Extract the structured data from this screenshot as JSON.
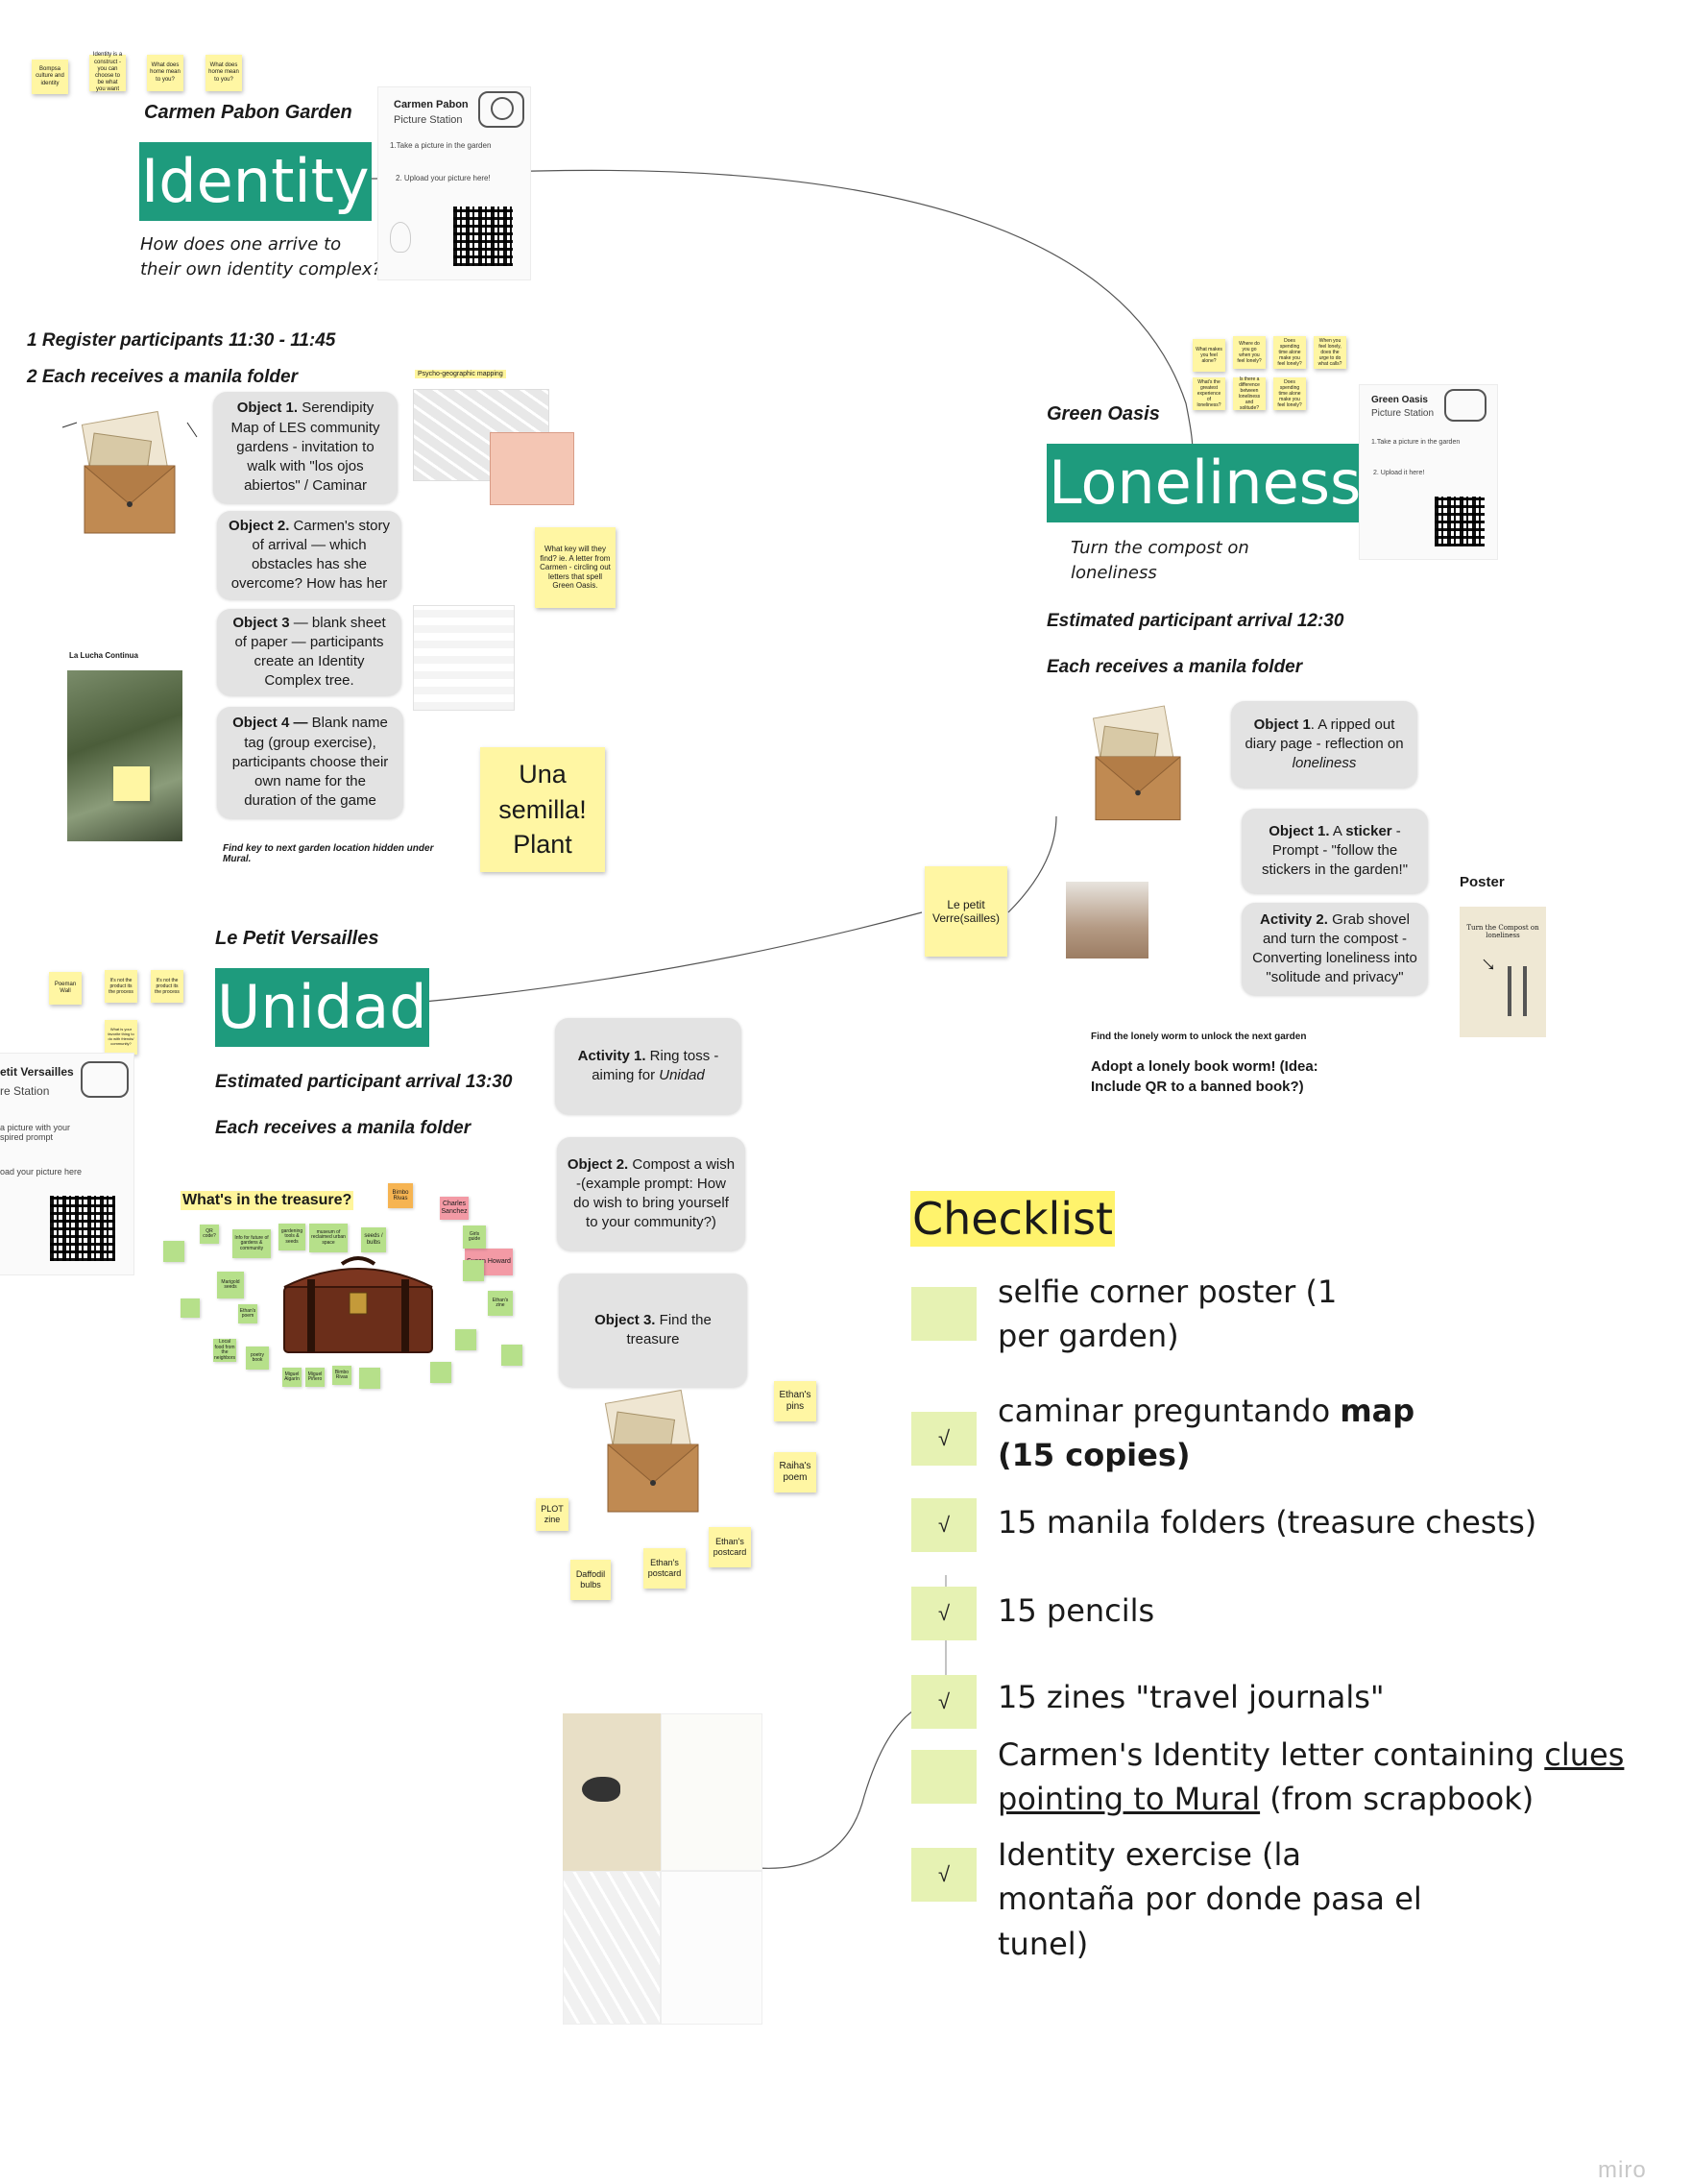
{
  "top_stickies": [
    "Bompsa culture and identity",
    "Identity is a construct - you can choose to be what you want",
    "What does home mean to you?",
    "What does home mean to you?"
  ],
  "identity": {
    "garden": "Carmen Pabon Garden",
    "theme": "Identity",
    "question_line1": "How does one arrive to",
    "question_line2": "their own identity complex?",
    "station_title": "Carmen Pabon",
    "station_sub": "Picture Station",
    "station_step1": "1.Take a picture in the garden",
    "station_step2": "2. Upload your picture here!",
    "step1": "1 Register participants 11:30 - 11:45",
    "step2": "2 Each receives a manila folder",
    "map_label": "Psycho-geographic mapping",
    "objects": [
      {
        "bold": "Object 1.",
        "text": " Serendipity Map of LES community gardens - invitation to walk with \"los ojos abiertos\" / Caminar"
      },
      {
        "bold": "Object 2.",
        "text": " Carmen's story of arrival — which obstacles has she overcome? How has her"
      },
      {
        "bold": "Object 3",
        "text": " — blank sheet of paper — participants create an Identity Complex tree."
      },
      {
        "bold": "Object 4 —",
        "text": " Blank name tag (group exercise), participants choose their own name for the duration of the game"
      }
    ],
    "key_note": "What key will they find? ie. A letter from Carmen - circling out letters that spell Green Oasis.",
    "mural_label": "La Lucha Continua",
    "find_key": "Find key to next garden location hidden under Mural.",
    "semilla": "Una semilla! Plant"
  },
  "loneliness": {
    "garden": "Green Oasis",
    "theme": "Loneliness",
    "question_line1": "Turn the compost on",
    "question_line2": "loneliness",
    "arrival": "Estimated participant arrival 12:30",
    "folder": "Each receives a manila folder",
    "station_title": "Green Oasis",
    "station_sub": "Picture Station",
    "station_step1": "1.Take a picture in the garden",
    "station_step2": "2. Upload it here!",
    "stickies": [
      "What makes you feel alone?",
      "Where do you go when you feel lonely?",
      "Does spending time alone make you feel lonely?",
      "When you feel lonely, does the urge to do what calls?",
      "What's the greatest experience of loneliness?",
      "Is there a difference between loneliness and solitude?",
      "Does spending time alone make you feel lonely?"
    ],
    "cards": [
      {
        "bold": "Object 1",
        "text": ". A ripped out diary page - reflection on ",
        "italic": "loneliness"
      },
      {
        "bold": "Object 1.",
        "text": " A ",
        "bold2": "sticker",
        "text2": " - Prompt - \"follow the stickers in the garden!\""
      },
      {
        "bold": "Activity 2.",
        "text": " Grab shovel and turn the compost - Converting loneliness into \"solitude and privacy\""
      }
    ],
    "connector": "Le petit Verre(sailles)",
    "poster_label": "Poster",
    "poster_text": "Turn the Compost on loneliness",
    "worm_note": "Find the lonely worm to unlock the next garden",
    "adopt": "Adopt a lonely book worm! (Idea: Include QR to a banned book?)"
  },
  "unidad": {
    "garden": "Le Petit Versailles",
    "theme": "Unidad",
    "arrival": "Estimated participant arrival 13:30",
    "folder": "Each receives a manila folder",
    "stickies": [
      "Poeman Wall",
      "It's not the product its the process",
      "It's not the product its the process",
      "What is your favorite thing to do with friends/ community?"
    ],
    "station_title": "etit Versailles",
    "station_sub": "re Station",
    "station_step1": "a picture with your spired prompt",
    "station_step2": "oad your picture here",
    "treasure_title": "What's in the treasure?",
    "treasure_stickies": [
      "QR code?",
      "Info for future of gardens & community",
      "gardening tools & seeds",
      "museum of reclaimed urban space",
      "seeds / bulbs",
      "Girls guide",
      "Marigold seeds",
      "Ethan's zine",
      "poetry book",
      "Miguel Algarín",
      "Miguel Piñero",
      "Bimbo Rivas",
      "Local food from the neighbors",
      "Ethan's poem"
    ],
    "pink": [
      "Charles Sanchez",
      "Susan Howard"
    ],
    "orange": "Bimbo Rivas",
    "cards": [
      {
        "bold": "Activity 1.",
        "text": " Ring toss - aiming for ",
        "italic": "Unidad"
      },
      {
        "bold": "Object 2.",
        "text": " Compost a wish -(example prompt: How do wish to bring yourself to your community?)"
      },
      {
        "bold": "Object 3.",
        "text": " Find the treasure"
      }
    ],
    "folder_stickies": [
      "Ethan's pins",
      "Raiha's poem",
      "Ethan's postcard",
      "Ethan's postcard",
      "PLOT zine",
      "Daffodil bulbs"
    ]
  },
  "checklist": {
    "title": "Checklist",
    "items": [
      {
        "checked": "",
        "text": "selfie corner poster (1 per garden)"
      },
      {
        "checked": "√",
        "text": "caminar preguntando ",
        "bold": "map (15 copies)"
      },
      {
        "checked": "√",
        "text": "15 manila folders (treasure chests)"
      },
      {
        "checked": "√",
        "text": "15 pencils"
      },
      {
        "checked": "√",
        "text": "15 zines \"travel journals\""
      },
      {
        "checked": "",
        "text": "Carmen's Identity letter containing ",
        "underline": "clues pointing to Mural",
        "text2": " (from scrapbook)"
      },
      {
        "checked": "√",
        "text": "Identity exercise (la montaña por donde pasa el tunel)"
      }
    ]
  },
  "watermark": "miro",
  "colors": {
    "theme_green": "#1e9b7d",
    "sticky_yellow": "#fff6a3",
    "check_green": "#e6f2b3",
    "card_gray": "#e3e3e3"
  }
}
